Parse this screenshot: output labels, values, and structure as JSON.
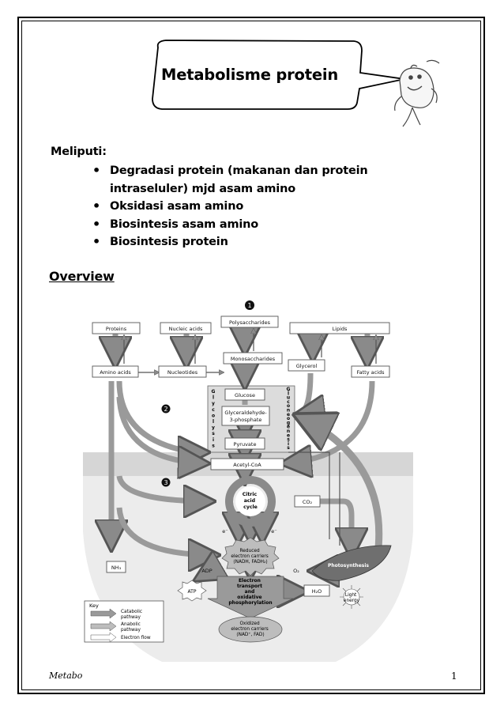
{
  "page": {
    "title": "Metabolisme protein",
    "intro": "Meliputi:",
    "bullets": [
      "Degradasi protein (makanan dan protein intraseluler) mjd asam amino",
      "Oksidasi asam amino",
      "Biosintesis asam amino",
      "Biosintesis protein"
    ],
    "section_heading": "Overview",
    "footer_left": "Metabo",
    "footer_right": "1"
  },
  "diagram": {
    "stage_markers": [
      "1",
      "2",
      "3"
    ],
    "nodes": {
      "proteins": "Proteins",
      "nucleic_acids": "Nucleic acids",
      "polysaccharides": "Polysaccharides",
      "lipids": "Lipids",
      "amino_acids": "Amino acids",
      "nucleotides": "Nucleotides",
      "monosaccharides": "Monosaccharides",
      "glycerol": "Glycerol",
      "fatty_acids": "Fatty acids",
      "glucose": "Glucose",
      "g3p_line1": "Glyceraldehyde-",
      "g3p_line2": "3-phosphate",
      "pyruvate": "Pyruvate",
      "acetyl_coa": "Acetyl-CoA",
      "citric_line1": "Citric",
      "citric_line2": "acid",
      "citric_line3": "cycle",
      "co2": "CO₂",
      "nh3": "NH₃",
      "reduced_line1": "Reduced",
      "reduced_line2": "electron carriers",
      "reduced_line3": "(NADH, FADH₂)",
      "adp": "ADP",
      "atp": "ATP",
      "o2": "O₂",
      "h2o": "H₂O",
      "etc_line1": "Electron",
      "etc_line2": "transport",
      "etc_line3": "and",
      "etc_line4": "oxidative",
      "etc_line5": "phosphorylation",
      "oxidized_line1": "Oxidized",
      "oxidized_line2": "electron carriers",
      "oxidized_line3": "(NAD⁺, FAD)",
      "photosynthesis": "Photosynthesis",
      "light_line1": "Light",
      "light_line2": "energy",
      "electron_left": "e⁻",
      "electron_right": "e⁻"
    },
    "glycolysis_letters": [
      "G",
      "l",
      "y",
      "c",
      "o",
      "l",
      "y",
      "s",
      "i",
      "s"
    ],
    "gluconeogenesis_letters": [
      "G",
      "l",
      "u",
      "c",
      "o",
      "n",
      "e",
      "o",
      "g",
      "e",
      "n",
      "e",
      "s",
      "i",
      "s"
    ],
    "key": {
      "title": "Key",
      "catabolic": [
        "Catabolic",
        "pathway"
      ],
      "anabolic": [
        "Anabolic",
        "pathway"
      ],
      "electron_flow": "Electron flow"
    }
  }
}
